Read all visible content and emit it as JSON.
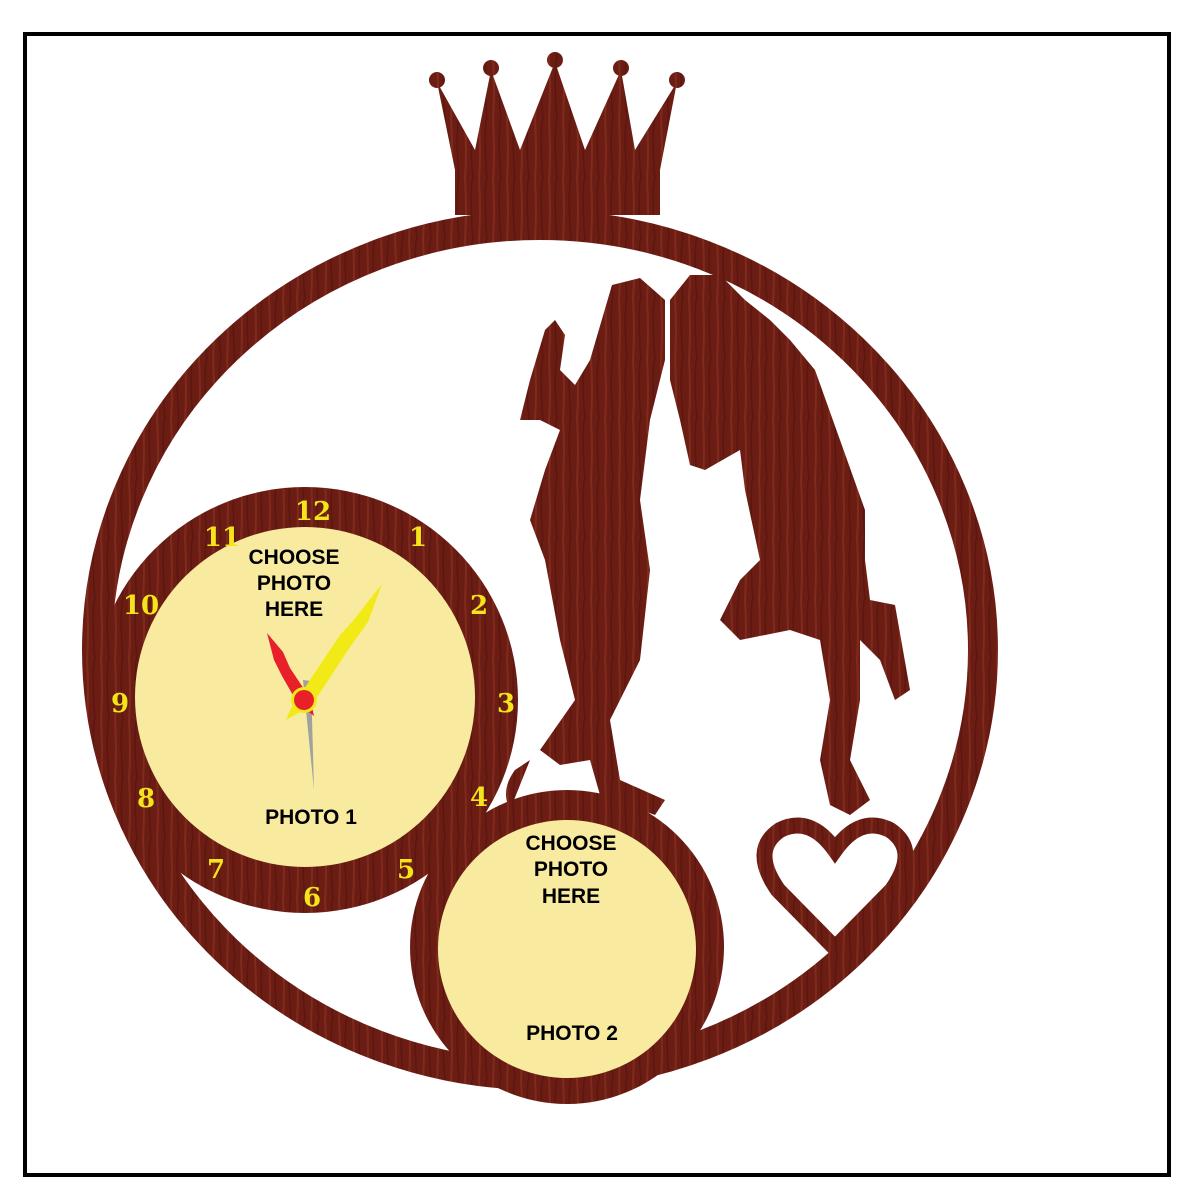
{
  "colors": {
    "wood": "#6b1d14",
    "wood_light": "#7e2a1c",
    "face": "#f8eba0",
    "numerals": "#f4e51a",
    "hour_hand": "#e8202a",
    "minute_hand": "#f2ea16",
    "second_hand": "#a0a0a0",
    "frame": "#000000"
  },
  "clock": {
    "numerals": [
      "12",
      "1",
      "2",
      "3",
      "4",
      "5",
      "6",
      "7",
      "8",
      "9",
      "10",
      "11"
    ],
    "time": {
      "hour": 10,
      "minute": 7,
      "second": 31
    }
  },
  "photo1": {
    "line1": "CHOOSE",
    "line2": "PHOTO",
    "line3": "HERE",
    "caption": "PHOTO 1"
  },
  "photo2": {
    "line1": "CHOOSE",
    "line2": "PHOTO",
    "line3": "HERE",
    "caption": "PHOTO 2"
  }
}
